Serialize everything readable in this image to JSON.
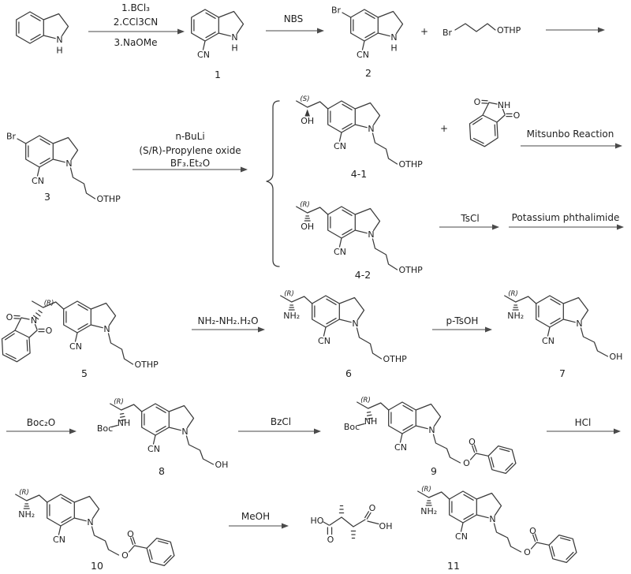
{
  "figure": {
    "background": "#ffffff",
    "ink": "#3a3a3a"
  },
  "reagents": {
    "step1_line1": "1.BCl₃",
    "step1_line2": "2.CCl3CN",
    "step1_line3": "3.NaOMe",
    "step2": "NBS",
    "step3_line1": "n-BuLi",
    "step3_line2": "(S/R)-Propylene oxide",
    "step3_line3": "BF₃.Et₂O",
    "step4": "Mitsunbo Reaction",
    "step5a": "TsCl",
    "step5b": "Potassium phthalimide",
    "step6": "NH₂-NH₂.H₂O",
    "step7": "p-TsOH",
    "step8": "Boc₂O",
    "step9": "BzCl",
    "step10": "HCl",
    "step11": "MeOH"
  },
  "compound_numbers": {
    "c1": "1",
    "c2": "2",
    "c3": "3",
    "c41": "4-1",
    "c42": "4-2",
    "c5": "5",
    "c6": "6",
    "c7": "7",
    "c8": "8",
    "c9": "9",
    "c10": "10",
    "c11": "11"
  },
  "atoms": {
    "N": "N",
    "H": "H",
    "Br": "Br",
    "CN": "CN",
    "OTHP": "OTHP",
    "OH": "OH",
    "HO": "HO",
    "NH2": "NH₂",
    "NH": "NH",
    "O": "O",
    "Boc": "Boc"
  },
  "stereo": {
    "S": "(S)",
    "R": "(R)"
  },
  "operators": {
    "plus": "+"
  }
}
